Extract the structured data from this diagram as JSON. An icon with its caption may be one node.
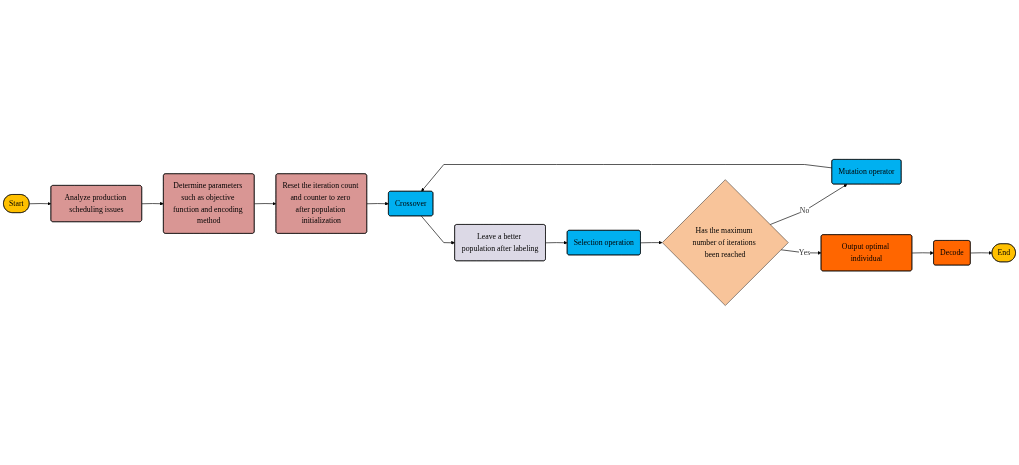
{
  "diagram": {
    "nodes": [
      {
        "text": [
          "Start"
        ]
      },
      {
        "text": [
          "Analyze production scheduling issues"
        ]
      },
      {
        "text": [
          "Determine parameters such as objective function and encoding method"
        ]
      },
      {
        "text": [
          "Reset the iteration count and counter to zero after population initialization"
        ]
      },
      {
        "text": [
          "Crossover"
        ]
      },
      {
        "text": [
          "Leave a better population after labeling"
        ]
      },
      {
        "text": [
          "Selection operation"
        ]
      },
      {
        "text": [
          "Has the maximum number of iterations been reached"
        ]
      },
      {
        "text": [
          "Mutation operator"
        ]
      },
      {
        "text": [
          "Output optimal individual"
        ]
      },
      {
        "text": [
          "Decode"
        ]
      },
      {
        "text": [
          "End"
        ]
      }
    ],
    "edges": [
      {
        "from": 0,
        "to": 1,
        "arrow": "to"
      },
      {
        "from": 1,
        "to": 2,
        "arrow": "to"
      },
      {
        "from": 2,
        "to": 3,
        "arrow": "to"
      },
      {
        "from": 3,
        "to": 4,
        "arrow": "to"
      },
      {
        "from": 4,
        "to": 5,
        "arrow": "to"
      },
      {
        "from": 5,
        "to": 6,
        "arrow": "to"
      },
      {
        "from": 6,
        "to": 7,
        "arrow": "to"
      },
      {
        "from": 7,
        "to": 8,
        "label": "No",
        "arrow": "to"
      },
      {
        "from": 7,
        "to": 9,
        "label": "Yes",
        "arrow": "to"
      },
      {
        "from": 8,
        "to": 4,
        "arrow": "to"
      },
      {
        "from": 9,
        "to": 10,
        "arrow": "to"
      },
      {
        "from": 10,
        "to": 11,
        "arrow": "to"
      }
    ]
  }
}
